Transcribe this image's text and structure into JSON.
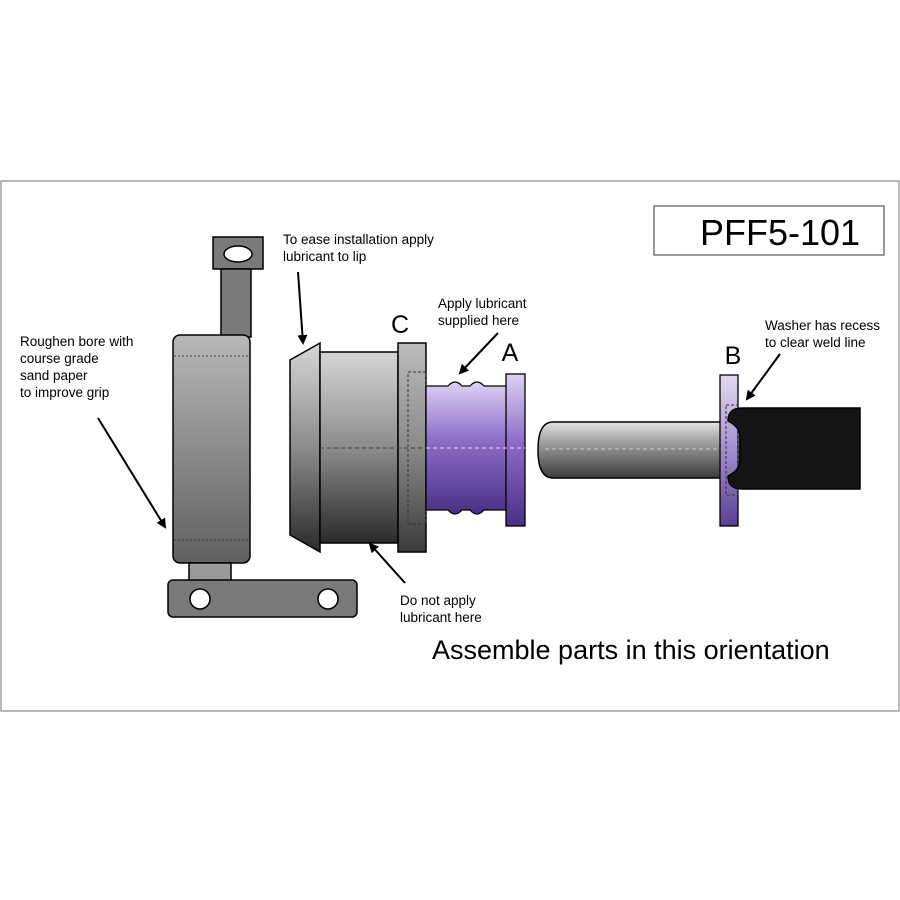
{
  "part_number": "PFF5-101",
  "caption": "Assemble parts in this orientation",
  "letters": {
    "a": "A",
    "b": "B",
    "c": "C"
  },
  "notes": {
    "roughen": [
      "Roughen bore with",
      "course grade",
      "sand paper",
      "to improve grip"
    ],
    "ease": [
      "To ease installation apply",
      "lubricant to lip"
    ],
    "apply": [
      "Apply lubricant",
      "supplied here"
    ],
    "washer": [
      "Washer has recess",
      "to clear weld line"
    ],
    "no_apply": [
      "Do not apply",
      "lubricant here"
    ]
  },
  "colors": {
    "frame": "#888888",
    "metal_dark": "#3a3a3a",
    "metal_light": "#d8d8d8",
    "bracket": "#7a7a7a",
    "bush_purple": "#6a4aa0",
    "bush_purple_light": "#c9b8e8",
    "tube_black": "#1a1a1a"
  }
}
